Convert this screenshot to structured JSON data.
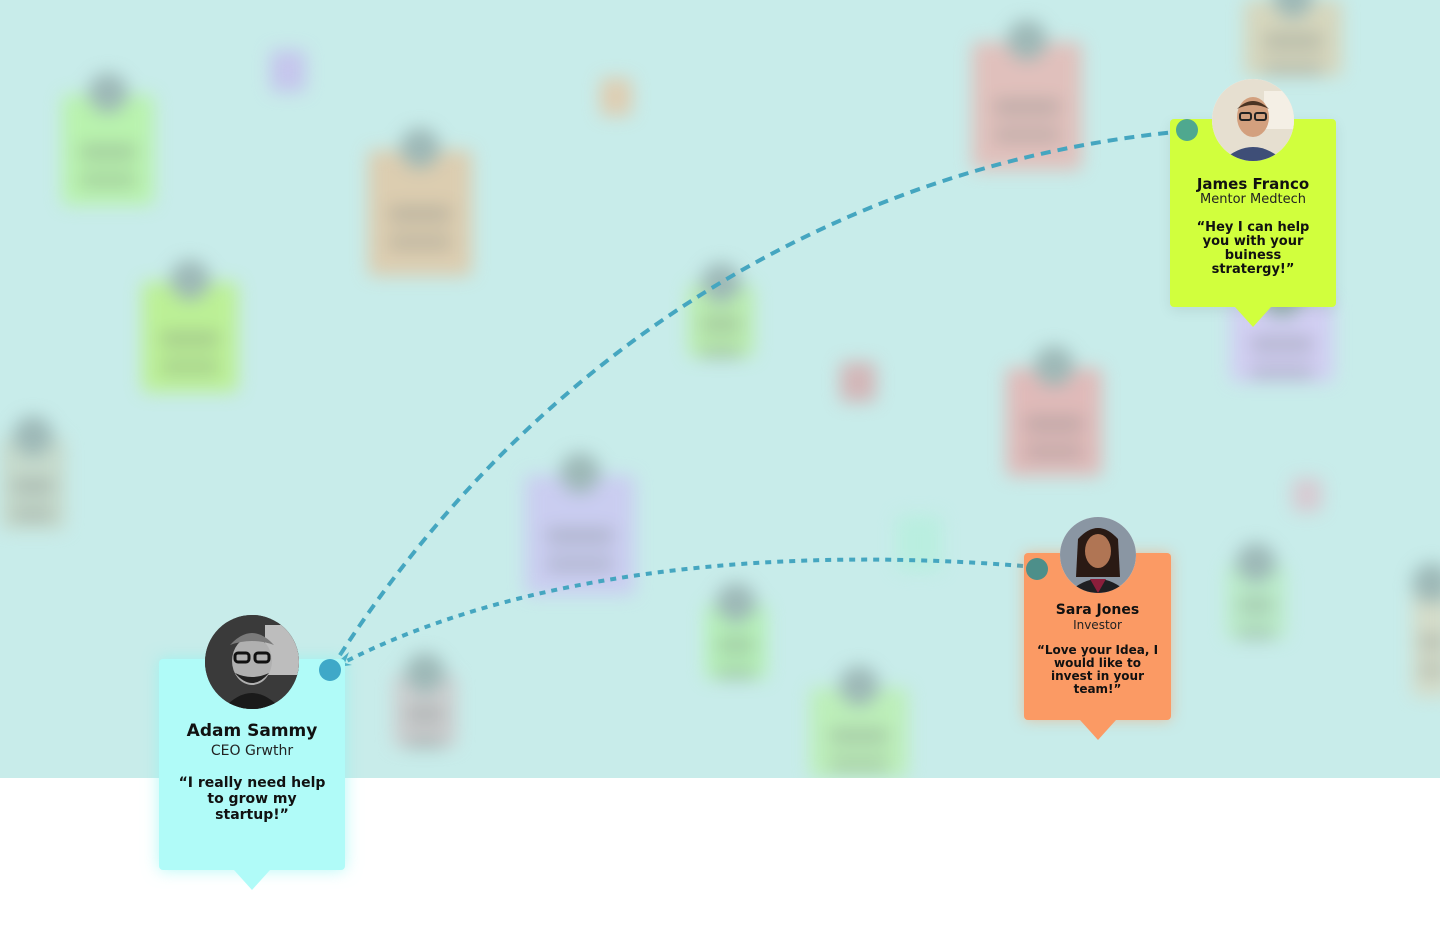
{
  "colors": {
    "background": "#c8ecea",
    "link": "#45a6c0",
    "adam_card": "#b0fbf8",
    "james_card": "#d1ff3d",
    "sara_card": "#fb9a64"
  },
  "cards": {
    "adam": {
      "name": "Adam Sammy",
      "role": "CEO Grwthr",
      "quote": "“I really need help to grow my startup!”",
      "avatar": "person-photo-grayscale"
    },
    "james": {
      "name": "James Franco",
      "role": "Mentor Medtech",
      "quote": "“Hey I can help you with your buiness stratergy!”",
      "avatar": "person-photo"
    },
    "sara": {
      "name": "Sara Jones",
      "role": "Investor",
      "quote": "“Love your Idea, I would like to invest in your team!”",
      "avatar": "person-photo"
    }
  }
}
